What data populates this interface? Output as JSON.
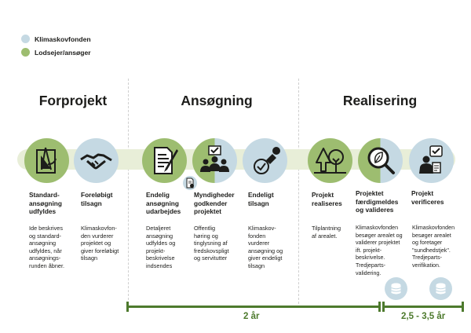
{
  "legend": [
    {
      "label": "Klimaskovfonden",
      "color": "#c5d9e3"
    },
    {
      "label": "Lodsejer/ansøger",
      "color": "#9dbd70"
    }
  ],
  "phases": [
    {
      "title": "Forprojekt"
    },
    {
      "title": "Ansøgning"
    },
    {
      "title": "Realisering"
    }
  ],
  "steps": [
    {
      "title": "Standard-\nansøgning\nudfyldes",
      "desc": "Ide beskrives\nog standard-\nansøgning\nudfyldes, når\nansøgnings-\nrunden åbner.",
      "icon": "ruler-compass-icon",
      "actor": "Lodsejer/ansøger"
    },
    {
      "title": "Foreløbigt\ntilsagn",
      "desc": "Klimaskovfon-\nden vurderer\nprojektet og\ngiver foreløbigt\ntilsagn",
      "icon": "handshake-icon",
      "actor": "Klimaskovfonden"
    },
    {
      "title": "Endelig\nansøgning\nudarbejdes",
      "desc": "Detaljeret\nansøgning\nudfyldes og\nprojekt-\nbeskrivelse\nindsendes",
      "icon": "document-pen-icon",
      "actor": "Lodsejer/ansøger"
    },
    {
      "title": "Myndigheder\ngodkender\nprojektet",
      "desc": "Offentlig\nhøring og\ntinglysning af\nfredskovspligt\nog servitutter",
      "icon": "group-approval-icon",
      "actor": "both"
    },
    {
      "title": "Endeligt\ntilsagn",
      "desc": "Klimaskov-\nfonden\nvurderer\nansøgning og\ngiver endeligt\ntilsagn",
      "icon": "stamp-icon",
      "actor": "Klimaskovfonden"
    },
    {
      "title": "Projekt\nrealiseres",
      "desc": "Tilplantning\naf arealet.",
      "icon": "trees-icon",
      "actor": "Lodsejer/ansøger"
    },
    {
      "title": "Projektet\nfærdigmeldes\nog valideres",
      "desc": "Klimaskovfonden\nbesøger arealet og\nvaliderer projektet\nift. projekt-\nbeskrivelse.\nTredjeparts-\nvalidering.",
      "icon": "magnifier-leaf-icon",
      "actor": "both"
    },
    {
      "title": "Projekt\nverificeres",
      "desc": "Klimaskovfonden\nbesøger arealet\nog foretager\n\"sundhedstjek\".\nTredjeparts-\nverifikation.",
      "icon": "person-checklist-icon",
      "actor": "Klimaskovfonden"
    }
  ],
  "durations": [
    {
      "label": "2 år"
    },
    {
      "label": "2,5 - 3,5 år"
    }
  ]
}
